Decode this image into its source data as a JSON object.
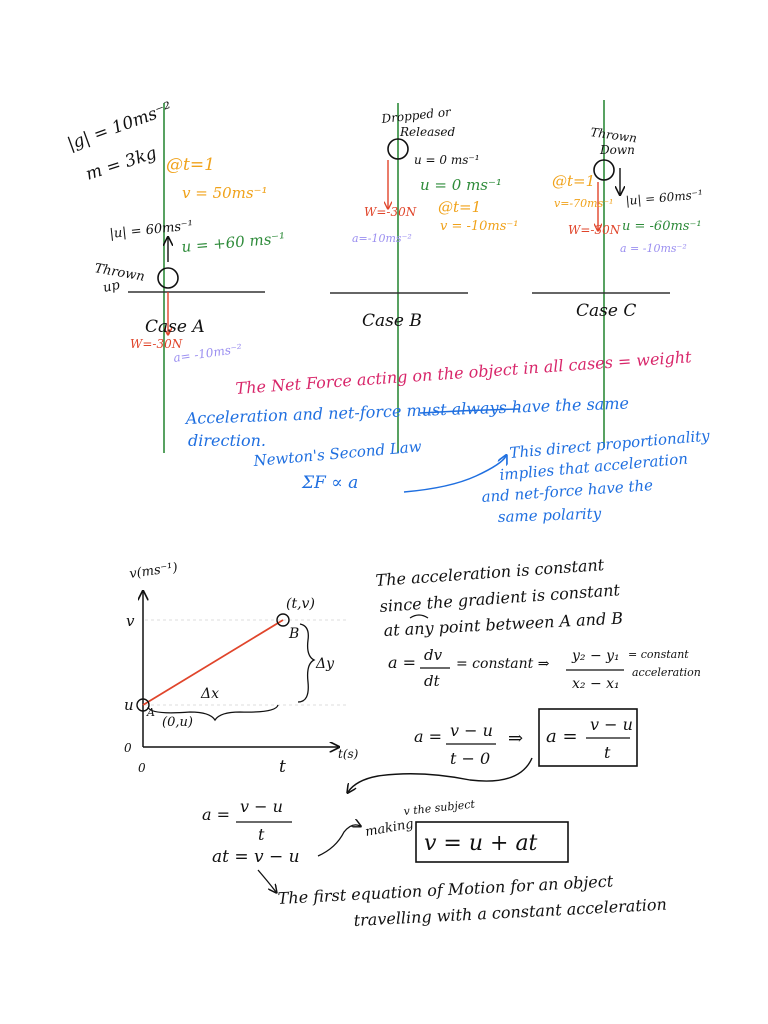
{
  "colors": {
    "black": "#111111",
    "orange": "#f0a21a",
    "green": "#2e8b3a",
    "red": "#e0452b",
    "purple": "#9b8ff0",
    "magenta": "#d8266a",
    "blue": "#1f6fe0"
  },
  "given": {
    "g": "|g| = 10ms⁻²",
    "m": "m = 3kg"
  },
  "case_a": {
    "at_t": "@t=1",
    "v": "v = 50ms⁻¹",
    "u_mag": "|u| = 60ms⁻¹",
    "u": "u = +60 ms⁻¹",
    "thrown_1": "Thrown",
    "thrown_2": "up",
    "label": "Case A",
    "w": "W=-30N",
    "a": "a= -10ms⁻²"
  },
  "case_b": {
    "title_1": "Dropped or",
    "title_2": "Released",
    "u0": "u = 0 ms⁻¹",
    "u": "u = 0 ms⁻¹",
    "at_t": "@t=1",
    "v": "v = -10ms⁻¹",
    "w": "W=-30N",
    "a": "a=-10ms⁻²",
    "label": "Case B"
  },
  "case_c": {
    "title_1": "Thrown",
    "title_2": "Down",
    "at_t": "@t=1",
    "v": "v=-70ms⁻¹",
    "u_mag": "|u| = 60ms⁻¹",
    "u": "u = -60ms⁻¹",
    "w": "W=-30N",
    "a": "a = -10ms⁻²",
    "label": "Case C"
  },
  "notes": {
    "net_force": "The Net Force acting on the object in all cases = weight",
    "accel_1": "Acceleration and net-force must always have the same",
    "accel_2": "direction.",
    "newton": "Newton's Second Law",
    "sum_f": "ΣF ∝ a",
    "prop_1": "This direct proportionality",
    "prop_2": "implies that acceleration",
    "prop_3": "and net-force have the",
    "prop_4": "same polarity"
  },
  "graph": {
    "y_axis": "v(ms⁻¹)",
    "x_axis": "t(s)",
    "tick_v": "v",
    "tick_u": "u",
    "tick_0y": "0",
    "tick_0x": "0",
    "tick_t": "t",
    "point_b_coord": "(t,v)",
    "point_b": "B",
    "point_a": "A",
    "point_a_coord": "(0,u)",
    "dx": "Δx",
    "dy": "Δy"
  },
  "explanation": {
    "line_1": "The acceleration is constant",
    "line_2": "since the gradient is constant",
    "line_3": "at any point between A and B",
    "eq_a": "a =",
    "eq_dv": "dv",
    "eq_dt": "dt",
    "eq_const": "= constant ⇒",
    "eq_y": "y₂ − y₁",
    "eq_x": "x₂ − x₁",
    "eq_const_accel_1": "= constant",
    "eq_const_accel_2": "acceleration"
  },
  "derivation": {
    "a1_lhs": "a =",
    "a1_num": "v − u",
    "a1_den": "t − 0",
    "arrow": "⇒",
    "box_lhs": "a =",
    "box_num": "v − u",
    "box_den": "t",
    "a2_lhs": "a =",
    "a2_num": "v − u",
    "a2_den": "t",
    "at_line": "at = v − u",
    "making_1": "making",
    "making_2": "v the subject",
    "final": "v = u + at",
    "caption_1": "The first equation of Motion for an object",
    "caption_2": "travelling with a constant acceleration"
  }
}
